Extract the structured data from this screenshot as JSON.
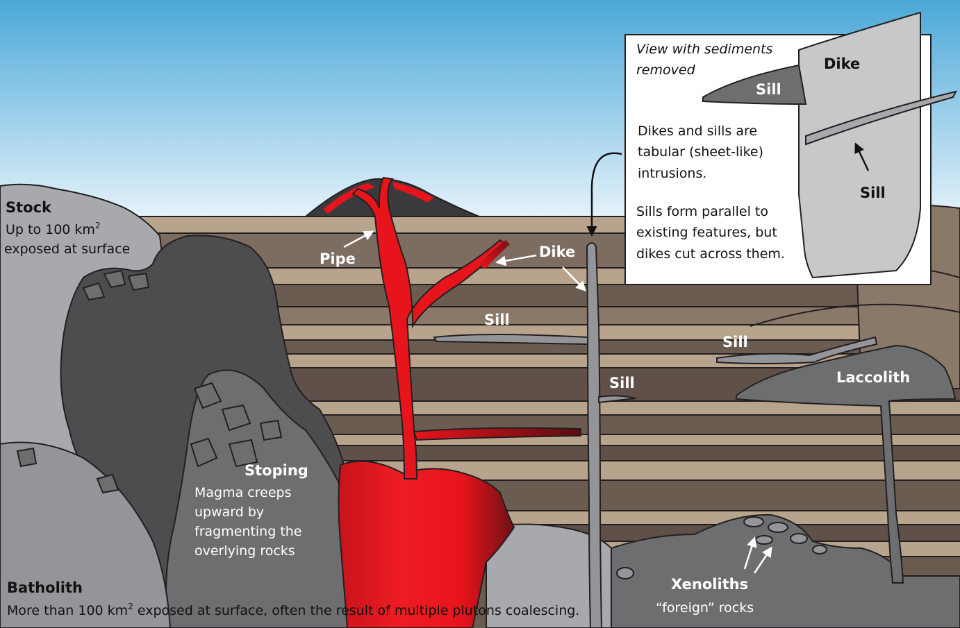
{
  "labels": {
    "stock_title": "Stock",
    "stock_desc_pre": "Up to 100 km",
    "stock_desc_sup": "2",
    "stock_desc_line2": "exposed at surface",
    "batholith_title": "Batholith",
    "batholith_desc_pre": "More than 100 km",
    "batholith_desc_sup": "2",
    "batholith_desc_post": " exposed at surface, often the result of multiple plutons coalescing.",
    "stoping_title": "Stoping",
    "stoping_desc": [
      "Magma creeps",
      "upward by",
      "fragmenting the",
      "overlying rocks"
    ],
    "pipe": "Pipe",
    "dike": "Dike",
    "sill_left": "Sill",
    "sill_center": "Sill",
    "sill_right": "Sill",
    "laccolith": "Laccolith",
    "xenoliths_title": "Xenoliths",
    "xenoliths_desc": "“foreign” rocks"
  },
  "inset": {
    "heading": [
      "View with sediments",
      "removed"
    ],
    "dike": "Dike",
    "sill_top": "Sill",
    "sill_bottom": "Sill",
    "para1": [
      "Dikes and sills are",
      "tabular (sheet-like)",
      "intrusions."
    ],
    "para2": [
      "Sills form parallel to",
      "existing features, but",
      "dikes cut across them."
    ]
  },
  "colors": {
    "sky_top": "#4aa8d8",
    "sky_bottom": "#e8f4fb",
    "magma_red": "#e8141c",
    "pluton_dark": "#4d4d4f",
    "pluton_mid": "#6d6e70",
    "host_light": "#a7a9ac",
    "intrusion_gray": "#939598",
    "layer_tan": "#b8a48c",
    "layer_brown": "#7d6c60",
    "layer_dark": "#5f5149"
  }
}
